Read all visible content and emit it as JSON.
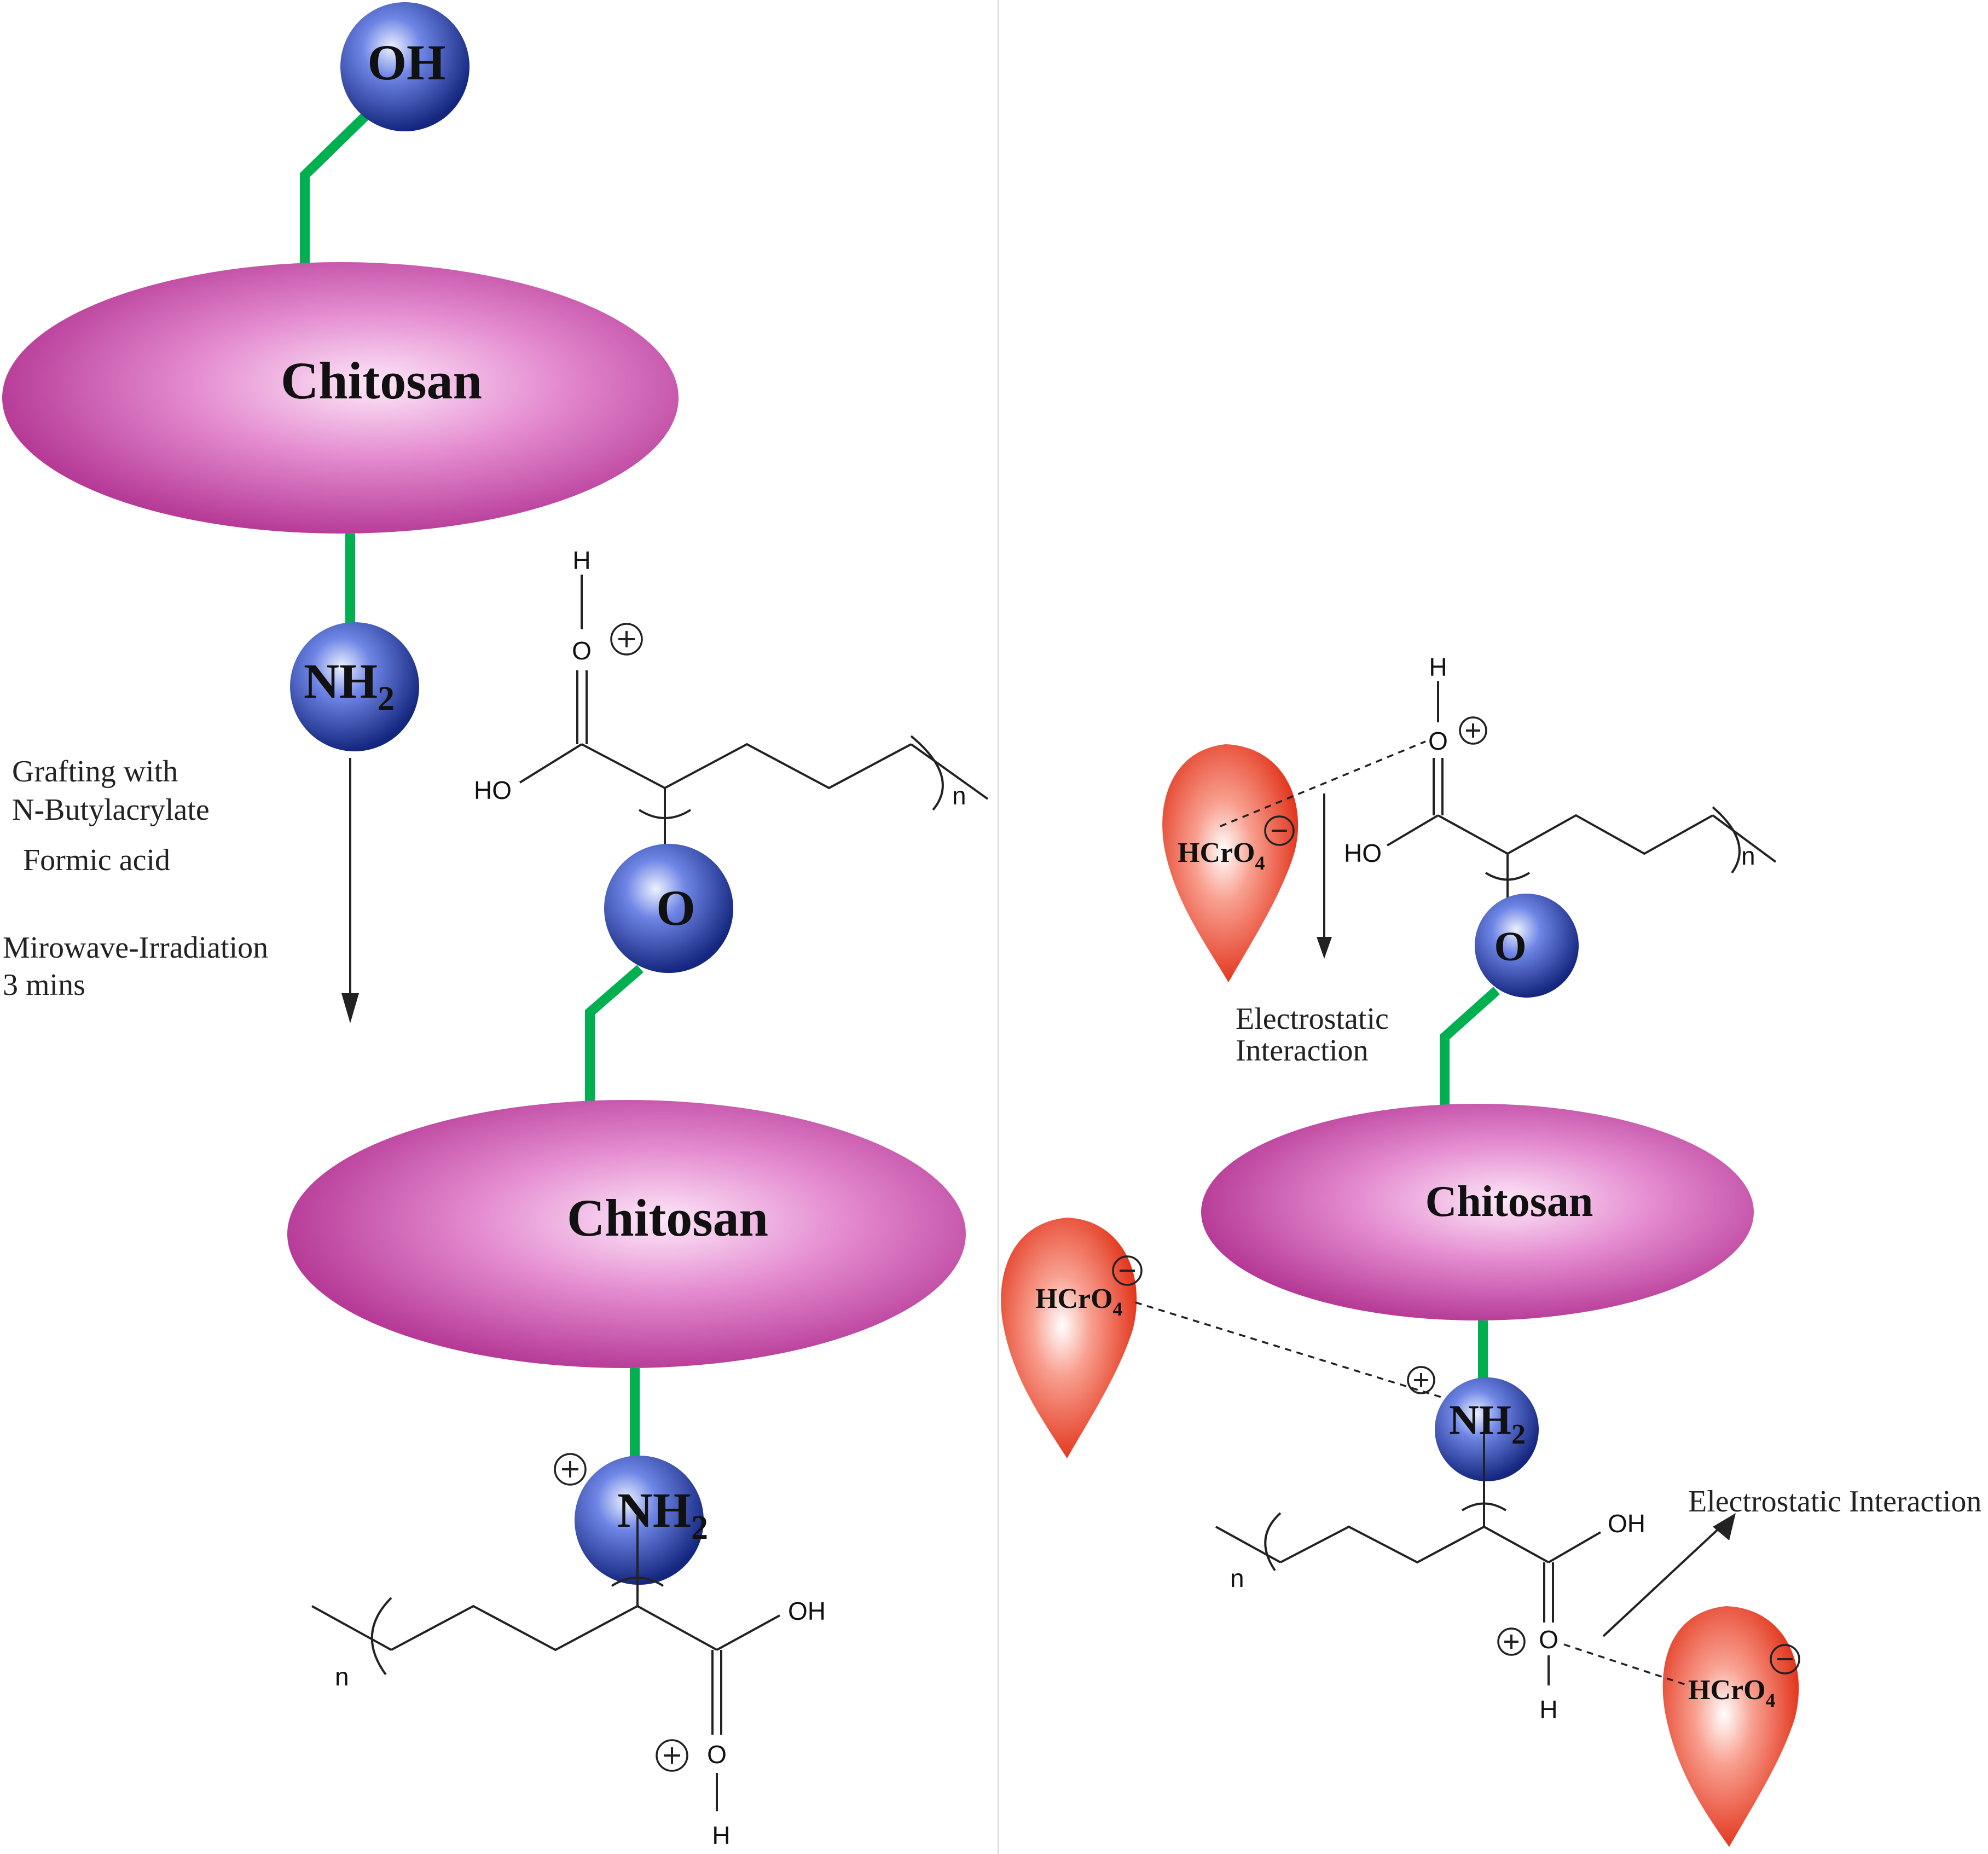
{
  "panel_left": {
    "chitosan_top_label": "Chitosan",
    "chitosan_bottom_label": "Chitosan",
    "oh_group": "OH",
    "nh2_top": "NH",
    "nh2_top_sub": "2",
    "o_group": "O",
    "nh2_bottom": "NH",
    "nh2_bottom_sub": "2",
    "conditions": {
      "line1": "Grafting with",
      "line2": "N-Butylacrylate",
      "line3": "Formic acid",
      "line4": "Mirowave-Irradiation",
      "line5": "3 mins"
    },
    "upper_chain": {
      "h": "H",
      "o": "O",
      "ho": "HO",
      "n": "n"
    },
    "lower_chain": {
      "oh": "OH",
      "o": "O",
      "h": "H",
      "n": "n"
    }
  },
  "panel_right": {
    "chitosan_label": "Chitosan",
    "o_group": "O",
    "nh2": "NH",
    "nh2_sub": "2",
    "anion_main": "HCrO",
    "anion_sub": "4",
    "electrostatic_label_line1": "Electrostatic",
    "electrostatic_label_line2": "Interaction",
    "electrostatic_label_single": "Electrostatic Interaction",
    "upper_chain": {
      "h": "H",
      "o": "O",
      "ho": "HO",
      "n": "n"
    },
    "lower_chain": {
      "oh": "OH",
      "o": "O",
      "h": "H",
      "n": "n"
    }
  },
  "colors": {
    "chitosan": "#c13a9d",
    "bead": "#1f3bb0",
    "anion": "#e8301c",
    "linker": "#00b050"
  }
}
